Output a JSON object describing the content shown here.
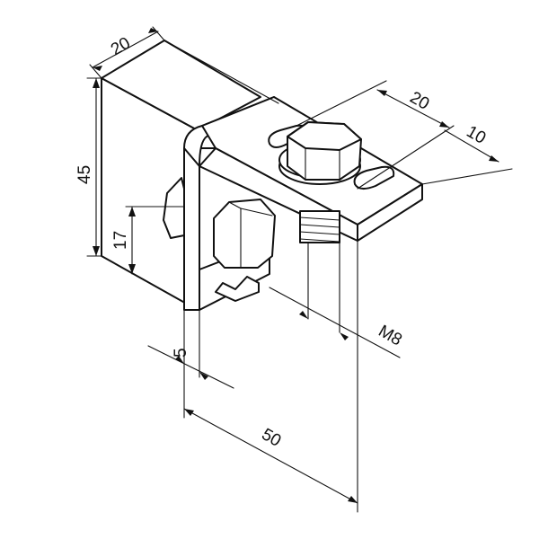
{
  "drawing": {
    "dimensions": {
      "top_width": "20",
      "height": "45",
      "inner_height": "17",
      "slot_spacing": "20",
      "slot_offset": "10",
      "thread": "M8",
      "thickness": "5",
      "length": "50"
    }
  }
}
